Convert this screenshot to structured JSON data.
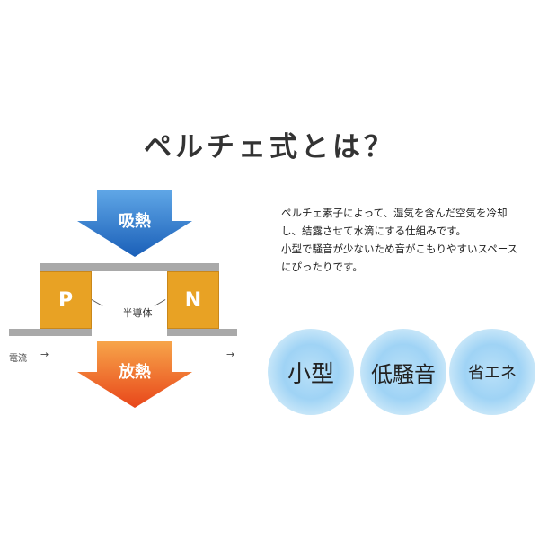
{
  "title": "ペルチェ式とは？",
  "diagram": {
    "heat_absorb_label": "吸熱",
    "heat_release_label": "放熱",
    "p_label": "P",
    "n_label": "N",
    "semiconductor_label": "半導体",
    "current_label": "電流",
    "current_arrow": "→",
    "colors": {
      "absorb_arrow": "#1f6fc8",
      "release_arrow": "#ee6a1c",
      "block": "#e8a224",
      "plate": "#a9a9a9"
    }
  },
  "description": [
    "ペルチェ素子によって、湿気を含んだ空気を冷却し、結露させて水滴にする仕組みです。",
    "小型で騒音が少ないため音がこもりやすいスペースにぴったりです。"
  ],
  "features": [
    "小型",
    "低騒音",
    "省エネ"
  ]
}
